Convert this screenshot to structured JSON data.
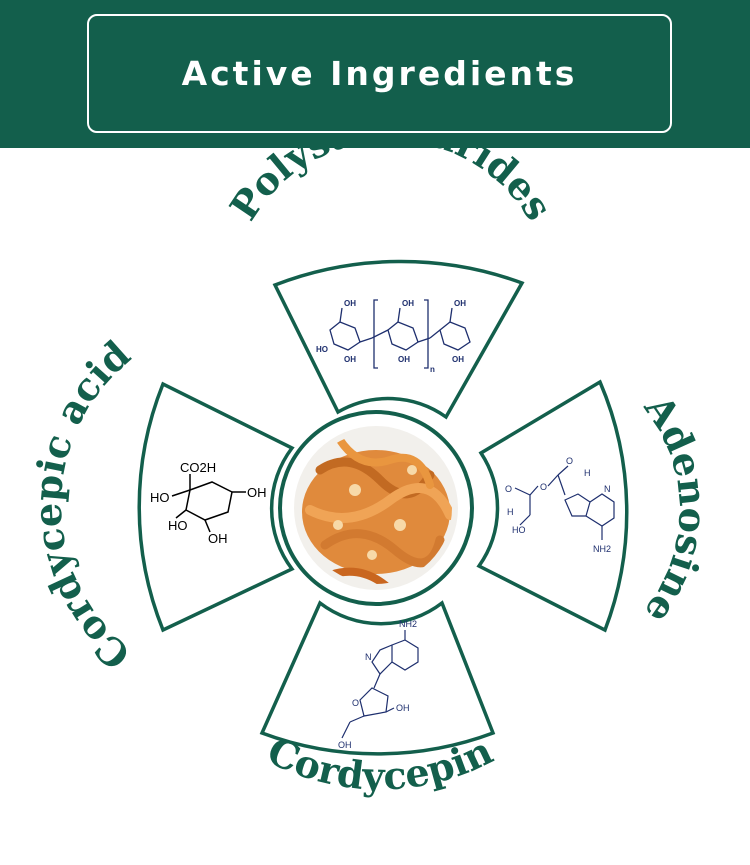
{
  "header": {
    "title": "Active Ingredients"
  },
  "segments": {
    "top": "Polysaccharides",
    "right": "Adenosine",
    "bottom": "Cordycepin",
    "left": "Cordycepic acid"
  },
  "structures": {
    "poly": {
      "oh": "OH",
      "ho": "HO",
      "n": "n"
    },
    "quinic": {
      "co2h": "CO2H",
      "ho1": "HO",
      "oh1": "OH",
      "ho2": "HO",
      "oh2": "OH"
    },
    "adenosine": {
      "o1": "O",
      "o2": "O",
      "o3": "O",
      "h1": "H",
      "h2": "H",
      "oh": "HO",
      "nh2": "NH2",
      "n": "N"
    },
    "cordycepin": {
      "nh2": "NH2",
      "n": "N",
      "o": "O",
      "oh1": "OH",
      "oh2": "OH"
    }
  },
  "colors": {
    "green": "#135f4c",
    "navy": "#1e2f6e",
    "white": "#ffffff"
  }
}
